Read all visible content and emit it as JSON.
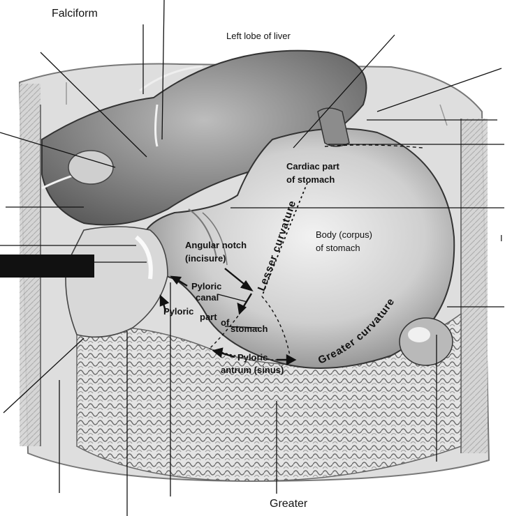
{
  "labels": {
    "falciform": "Falciform",
    "left_lobe": "Left lobe of liver",
    "cardiac_1": "Cardiac part",
    "cardiac_2": "of stomach",
    "body_1": "Body (corpus)",
    "body_2": "of stomach",
    "angular_1": "Angular notch",
    "angular_2": "(incisure)",
    "pyloric_canal_1": "Pyloric",
    "pyloric_canal_2": "canal",
    "pyloric_part_1": "Pyloric",
    "pyloric_part_2": "part",
    "pyloric_part_3": "of",
    "pyloric_part_4": "stomach",
    "antrum_1": "Pyloric",
    "antrum_2": "antrum (sinus)",
    "lesser_curvature": "Lesser curvature",
    "greater_curvature": "Greater curvature",
    "greater_bottom": "Greater",
    "edge_fragment": "I"
  },
  "colors": {
    "ink": "#111111",
    "tissue_light": "#e9e9e9",
    "tissue_mid": "#bdbdbd",
    "tissue_dark": "#6e6e6e",
    "background": "#ffffff"
  }
}
